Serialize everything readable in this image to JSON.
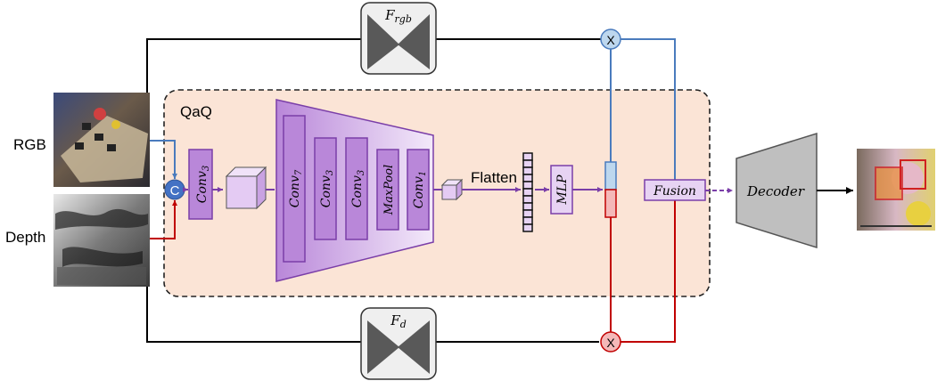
{
  "module": {
    "label": "QaQ"
  },
  "inputs": {
    "rgb_label": "RGB",
    "depth_label": "Depth"
  },
  "concat": {
    "symbol": "C"
  },
  "layers": {
    "conv3_first": "Conv3",
    "conv7": "Conv7",
    "conv3_a": "Conv3",
    "conv3_b": "Conv3",
    "maxpool": "MaxPool",
    "conv1": "Conv1"
  },
  "flatten": {
    "label": "Flatten"
  },
  "mlp": {
    "label": "MLP"
  },
  "fusion": {
    "label": "Fusion"
  },
  "decoder": {
    "label": "Decoder"
  },
  "encoders": {
    "rgb": "F_rgb",
    "depth": "F_d"
  },
  "multiply": {
    "symbol": "X"
  },
  "colors": {
    "qaq_fill": "#fbe4d6",
    "purple_fill": "#b987d9",
    "purple_light": "#e7d3f3",
    "purple_stroke": "#7a3ea8",
    "rgb_line": "#4a7bbd",
    "depth_line": "#c00000",
    "concat_fill": "#4472c4",
    "mult_rgb_fill": "#bdd7ee",
    "mult_depth_fill": "#f4b8b8",
    "decoder_fill": "#bfbfbf"
  }
}
